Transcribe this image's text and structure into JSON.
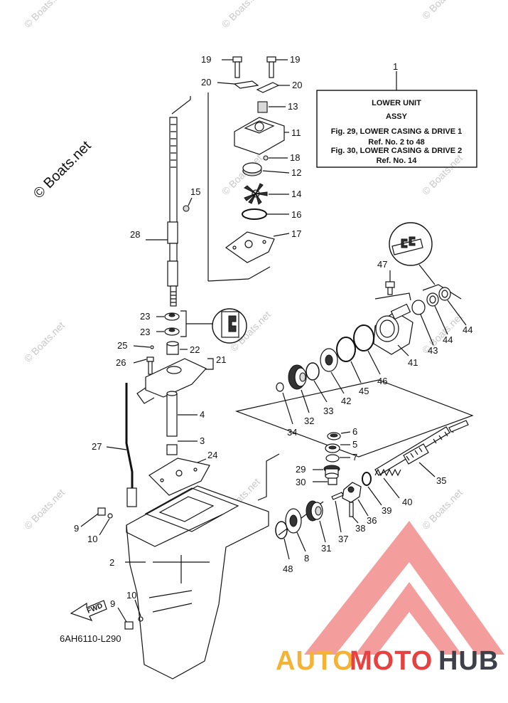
{
  "diagram": {
    "reference_code": "6AH6110-L290",
    "copyright": "© Boats.net",
    "watermark_text": "© Boats.net",
    "box": {
      "number": "1",
      "lines": [
        "LOWER UNIT",
        "ASSY",
        "Fig. 29, LOWER CASING & DRIVE 1",
        "Ref. No. 2 to 48",
        "Fig. 30, LOWER CASING & DRIVE 2",
        "Ref. No. 14"
      ]
    },
    "fwd_label": "FWD",
    "callouts": [
      "19",
      "19",
      "20",
      "20",
      "13",
      "11",
      "18",
      "12",
      "15",
      "14",
      "16",
      "28",
      "17",
      "47",
      "23",
      "23",
      "44",
      "44",
      "25",
      "22",
      "43",
      "21",
      "41",
      "26",
      "46",
      "45",
      "42",
      "33",
      "32",
      "34",
      "4",
      "27",
      "6",
      "3",
      "5",
      "24",
      "7",
      "35",
      "29",
      "30",
      "40",
      "39",
      "37",
      "9",
      "36",
      "38",
      "10",
      "31",
      "2",
      "8",
      "48",
      "10",
      "9"
    ]
  },
  "branding": {
    "logo_part1": "AUTO",
    "logo_part2": "MOTO",
    "logo_part3": "HUB",
    "color_orange": "#f5b335",
    "color_red": "#e8413f",
    "color_gray": "#3d4049",
    "color_triangle": "#ef6f6f"
  }
}
